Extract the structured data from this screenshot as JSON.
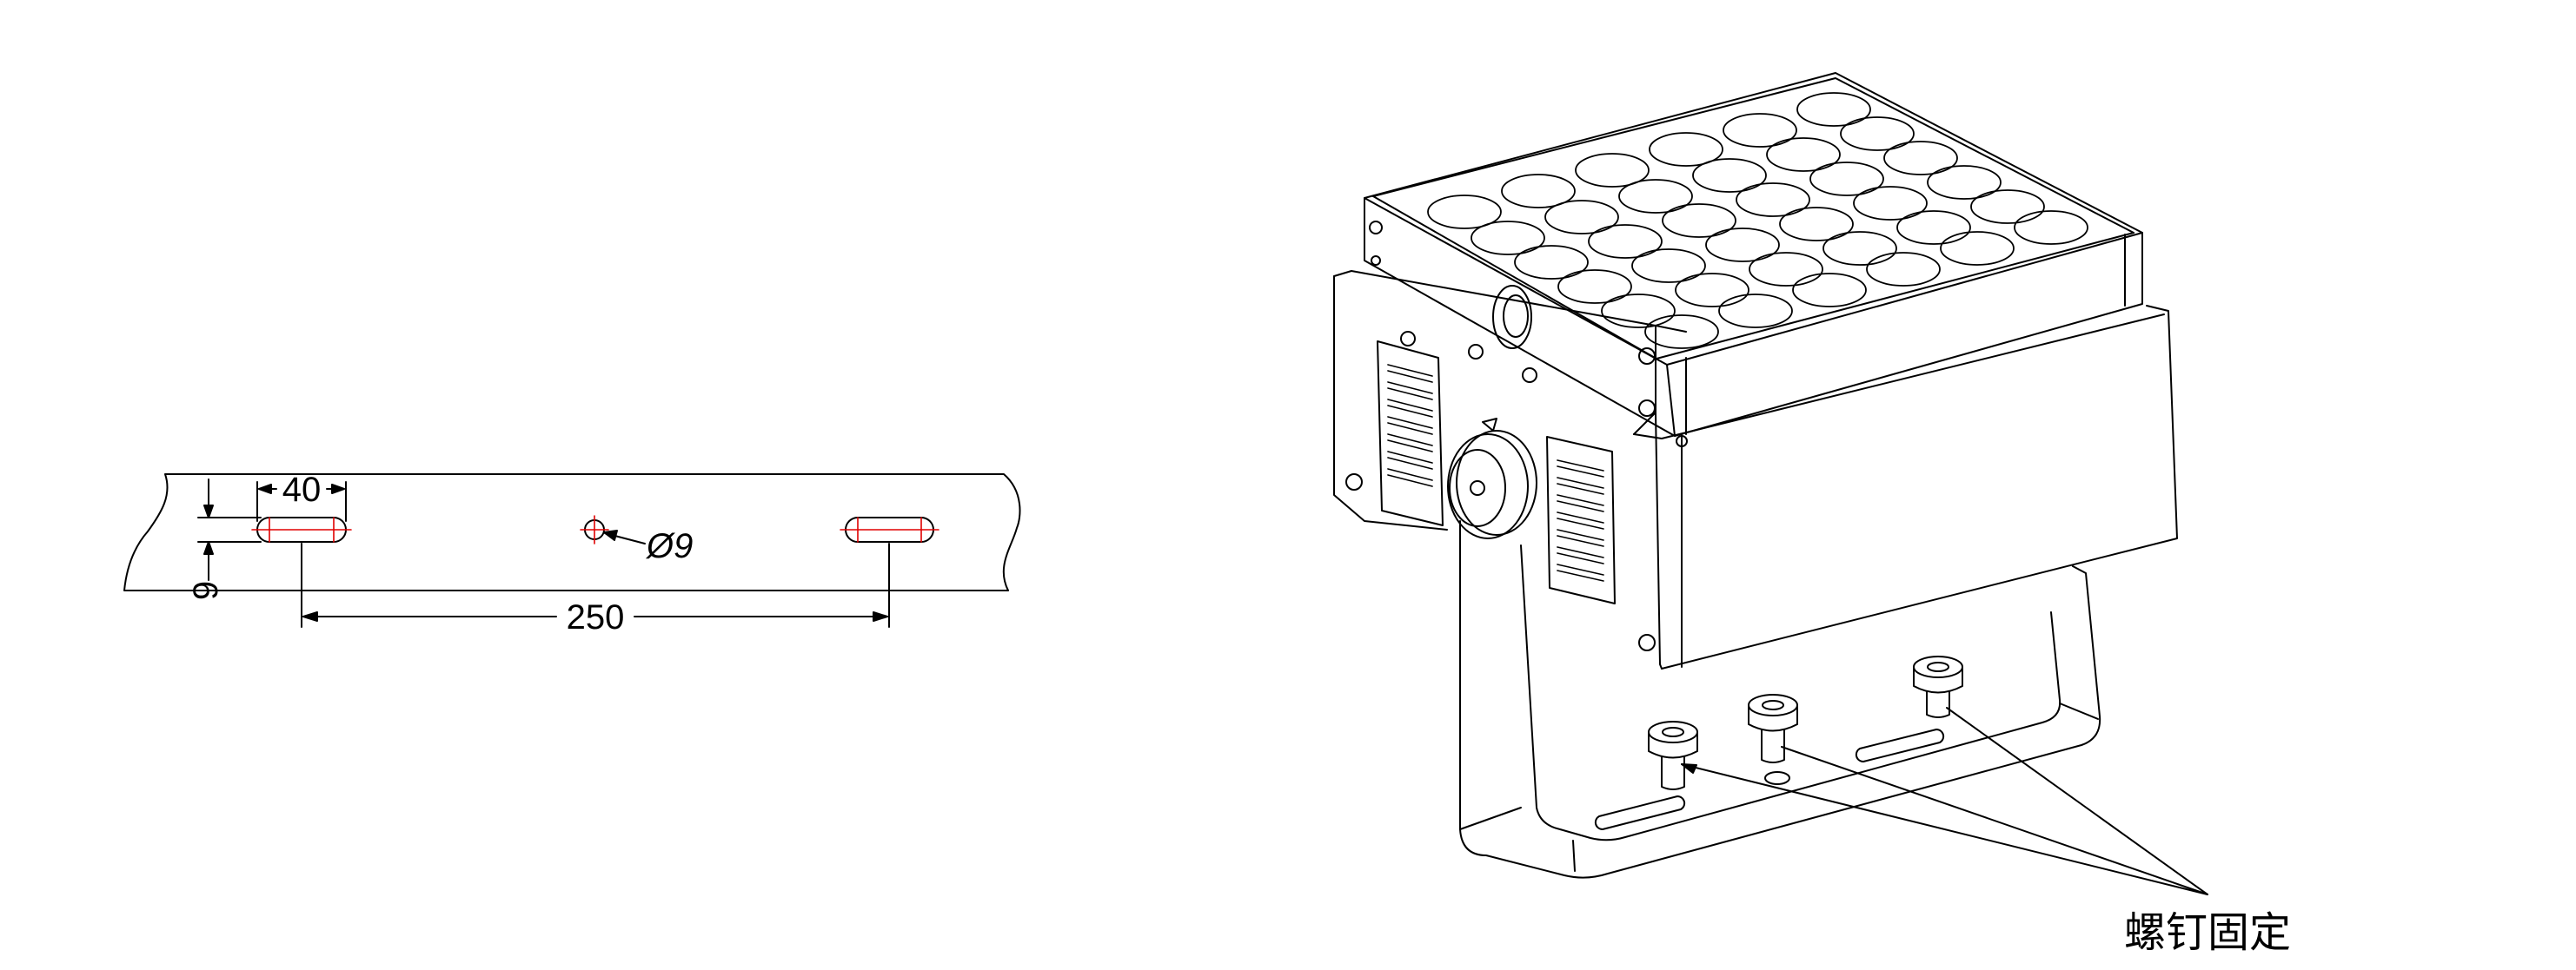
{
  "dimensions": {
    "slot_length": "40",
    "slot_width": "9",
    "hole_diameter": "Ø9",
    "hole_spacing": "250"
  },
  "callout": {
    "label": "螺钉固定"
  },
  "colors": {
    "line": "#000000",
    "centerline": "#e00000",
    "background": "#ffffff"
  }
}
